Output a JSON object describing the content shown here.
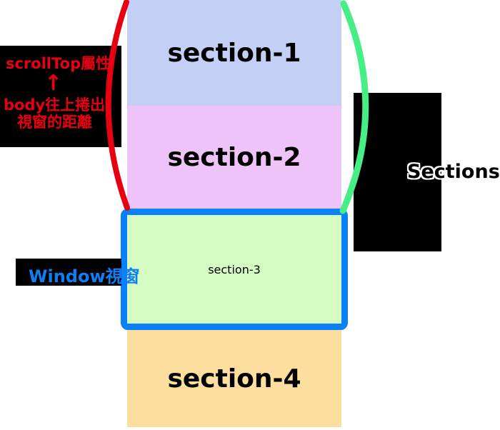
{
  "title": "scrollTop property diagram",
  "colors": {
    "red": "#e80011",
    "green": "#46ef85",
    "window_border_blue": "#0a80fa",
    "window_label_blue": "#0d7ff6",
    "label_box_black": "#000000",
    "section1_bg": "#c4cff6",
    "section2_bg": "#eec3f8",
    "section3_bg": "#d4fcc3",
    "section4_bg": "#fcdf9f"
  },
  "sections": [
    {
      "label": "section-1",
      "color": "#c4cff6"
    },
    {
      "label": "section-2",
      "color": "#eec3f8"
    },
    {
      "label": "section-3",
      "color": "#d4fcc3"
    },
    {
      "label": "section-4",
      "color": "#fcdf9f"
    }
  ],
  "annotations": {
    "scrolltop": {
      "line1": "scrollTop屬性",
      "arrow": "↑",
      "line2": "body往上捲出",
      "line3": "視窗的距離"
    },
    "sections_label": "Sections",
    "window_label": "Window視窗"
  }
}
